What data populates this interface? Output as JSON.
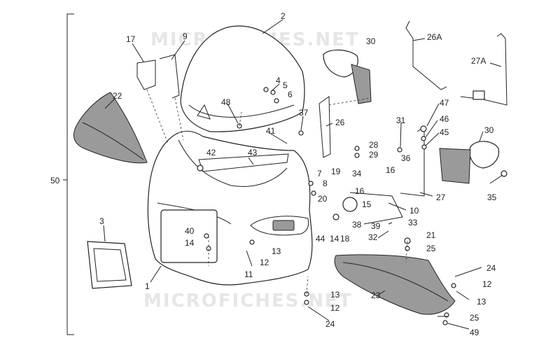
{
  "watermark": "MICROFICHES.NET",
  "bracket_label": "50",
  "callouts": [
    {
      "id": "c2",
      "text": "2"
    },
    {
      "id": "c17",
      "text": "17"
    },
    {
      "id": "c9",
      "text": "9"
    },
    {
      "id": "c30a",
      "text": "30"
    },
    {
      "id": "c26A",
      "text": "26A"
    },
    {
      "id": "c27A",
      "text": "27A"
    },
    {
      "id": "c22",
      "text": "22"
    },
    {
      "id": "c4",
      "text": "4"
    },
    {
      "id": "c5",
      "text": "5"
    },
    {
      "id": "c6",
      "text": "6"
    },
    {
      "id": "c48",
      "text": "48"
    },
    {
      "id": "c37",
      "text": "37"
    },
    {
      "id": "c26",
      "text": "26"
    },
    {
      "id": "c41",
      "text": "41"
    },
    {
      "id": "c31",
      "text": "31"
    },
    {
      "id": "c47",
      "text": "47"
    },
    {
      "id": "c46",
      "text": "46"
    },
    {
      "id": "c45",
      "text": "45"
    },
    {
      "id": "c30b",
      "text": "30"
    },
    {
      "id": "c28",
      "text": "28"
    },
    {
      "id": "c29",
      "text": "29"
    },
    {
      "id": "c42",
      "text": "42"
    },
    {
      "id": "c43",
      "text": "43"
    },
    {
      "id": "c36",
      "text": "36"
    },
    {
      "id": "c3",
      "text": "3"
    },
    {
      "id": "c7",
      "text": "7"
    },
    {
      "id": "c19",
      "text": "19"
    },
    {
      "id": "c34",
      "text": "34"
    },
    {
      "id": "c16a",
      "text": "16"
    },
    {
      "id": "c35",
      "text": "35"
    },
    {
      "id": "c8",
      "text": "8"
    },
    {
      "id": "c20",
      "text": "20"
    },
    {
      "id": "c16b",
      "text": "16"
    },
    {
      "id": "c27",
      "text": "27"
    },
    {
      "id": "c15",
      "text": "15"
    },
    {
      "id": "c10",
      "text": "10"
    },
    {
      "id": "c40",
      "text": "40"
    },
    {
      "id": "c38",
      "text": "38"
    },
    {
      "id": "c39",
      "text": "39"
    },
    {
      "id": "c33",
      "text": "33"
    },
    {
      "id": "c14a",
      "text": "14"
    },
    {
      "id": "c44",
      "text": "44"
    },
    {
      "id": "c14b",
      "text": "14"
    },
    {
      "id": "c18",
      "text": "18"
    },
    {
      "id": "c32",
      "text": "32"
    },
    {
      "id": "c21",
      "text": "21"
    },
    {
      "id": "c13a",
      "text": "13"
    },
    {
      "id": "c25a",
      "text": "25"
    },
    {
      "id": "c12a",
      "text": "12"
    },
    {
      "id": "c11",
      "text": "11"
    },
    {
      "id": "c1",
      "text": "1"
    },
    {
      "id": "c24a",
      "text": "24"
    },
    {
      "id": "c12b",
      "text": "12"
    },
    {
      "id": "c13b",
      "text": "13"
    },
    {
      "id": "c12c",
      "text": "12"
    },
    {
      "id": "c23",
      "text": "23"
    },
    {
      "id": "c13c",
      "text": "13"
    },
    {
      "id": "c25b",
      "text": "25"
    },
    {
      "id": "c24b",
      "text": "24"
    },
    {
      "id": "c49",
      "text": "49"
    }
  ]
}
